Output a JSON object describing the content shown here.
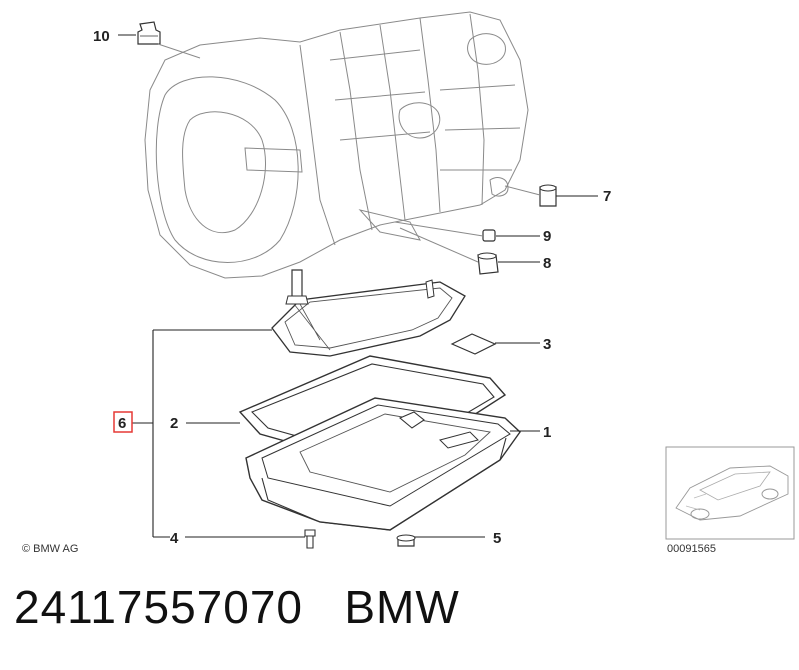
{
  "callouts": {
    "c10": "10",
    "c7": "7",
    "c9": "9",
    "c8": "8",
    "c3": "3",
    "c6": "6",
    "c2": "2",
    "c1": "1",
    "c4": "4",
    "c5": "5"
  },
  "copyright": "© BMW AG",
  "thumbnail_code": "00091565",
  "part_number": "24117557070",
  "brand": "BMW",
  "colors": {
    "highlight": "#e53935",
    "lines": "#222222",
    "drawing": "#8a8a8a"
  }
}
